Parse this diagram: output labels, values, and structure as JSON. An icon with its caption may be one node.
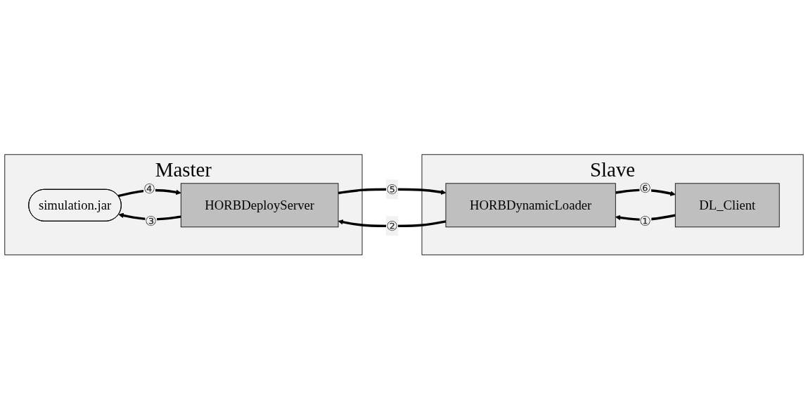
{
  "diagram": {
    "nodes": [
      {
        "text": [
          "Master"
        ]
      },
      {
        "text": [
          "simulation.jar"
        ],
        "in": 0
      },
      {
        "text": [
          "HORBDeployServer"
        ],
        "in": 0
      },
      {
        "text": [
          "Slave"
        ]
      },
      {
        "text": [
          "DL_Client"
        ],
        "in": 3
      },
      {
        "text": [
          "HORBDynamicLoader"
        ],
        "in": 3
      }
    ],
    "edges": [
      {
        "from": 4,
        "to": 5,
        "arrow": "to",
        "label": "①"
      },
      {
        "from": 5,
        "to": 2,
        "arrow": "to",
        "label": "②"
      },
      {
        "from": 2,
        "to": 1,
        "arrow": "to",
        "label": "③"
      },
      {
        "from": 1,
        "to": 2,
        "arrow": "to",
        "label": "④"
      },
      {
        "from": 2,
        "to": 5,
        "arrow": "to",
        "label": "⑤"
      },
      {
        "from": 5,
        "to": 4,
        "arrow": "to",
        "label": "⑥"
      }
    ]
  }
}
